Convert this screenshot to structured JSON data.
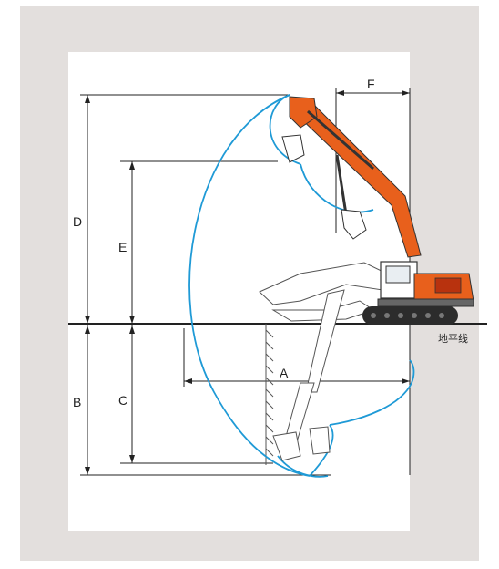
{
  "diagram": {
    "labels": {
      "A": "A",
      "B": "B",
      "C": "C",
      "D": "D",
      "E": "E",
      "F": "F"
    },
    "ground_label": "地平线"
  },
  "colors": {
    "background": "#e3dfdd",
    "panel": "#ffffff",
    "arc": "#1f9ad6",
    "machine": "#e8601c",
    "line": "#222222"
  }
}
